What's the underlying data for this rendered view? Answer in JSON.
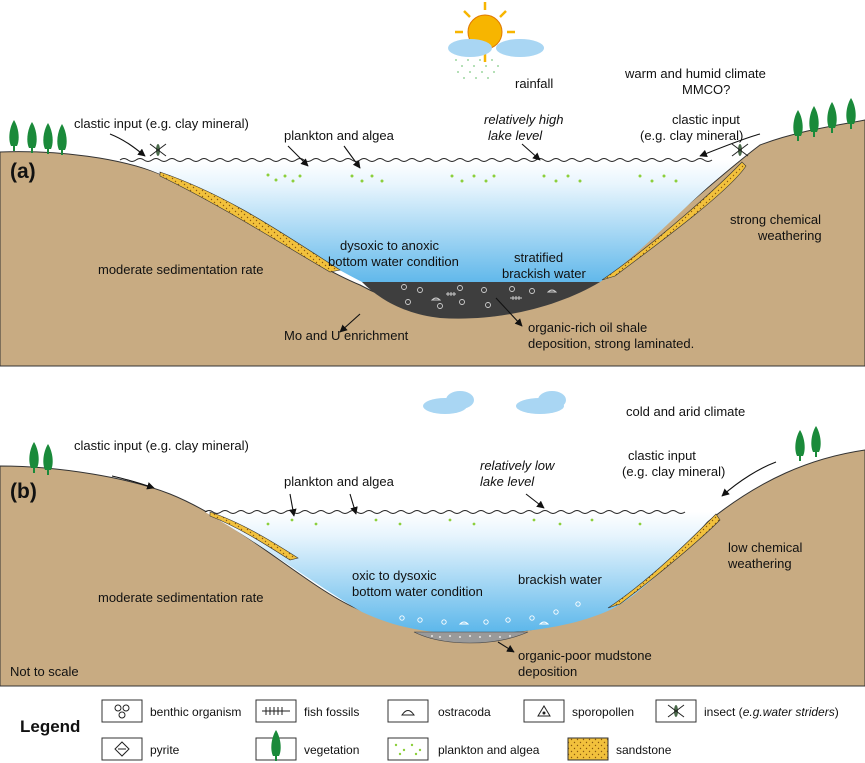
{
  "panel_a": {
    "tag": "(a)",
    "rainfall": "rainfall",
    "climate_line1": "warm and humid climate",
    "climate_line2": "MMCO?",
    "clastic_left": "clastic input (e.g. clay mineral)",
    "clastic_right_line1": "clastic input",
    "clastic_right_line2": "(e.g. clay mineral)",
    "plankton": "plankton and algea",
    "lake_level_line1": "relatively high",
    "lake_level_line2": "lake level",
    "weathering_line1": "strong chemical",
    "weathering_line2": "weathering",
    "sedimentation": "moderate sedimentation rate",
    "bottom_line1": "dysoxic to anoxic",
    "bottom_line2": "bottom water condition",
    "water_line1": "stratified",
    "water_line2": "brackish water",
    "enrichment": "Mo and U enrichment",
    "deposit_line1": "organic-rich oil shale",
    "deposit_line2": "deposition, strong laminated."
  },
  "panel_b": {
    "tag": "(b)",
    "climate": "cold and arid climate",
    "clastic_left": "clastic input (e.g. clay mineral)",
    "clastic_right_line1": "clastic input",
    "clastic_right_line2": "(e.g. clay mineral)",
    "plankton": "plankton and algea",
    "lake_level_line1": "relatively low",
    "lake_level_line2": "lake level",
    "weathering_line1": "low chemical",
    "weathering_line2": "weathering",
    "sedimentation": "moderate sedimentation rate",
    "bottom_line1": "oxic to dysoxic",
    "bottom_line2": "bottom water condition",
    "water": "brackish water",
    "deposit_line1": "organic-poor mudstone",
    "deposit_line2": "deposition",
    "scale_note": "Not to scale"
  },
  "legend": {
    "title": "Legend",
    "items": [
      {
        "icon": "benthic-organism-icon",
        "label": "benthic organism"
      },
      {
        "icon": "fish-fossil-icon",
        "label": "fish fossils"
      },
      {
        "icon": "ostracoda-icon",
        "label": "ostracoda"
      },
      {
        "icon": "sporopollen-icon",
        "label": "sporopollen"
      },
      {
        "icon": "insect-icon",
        "label_prefix": "insect (",
        "label_italic": "e.g.water striders",
        "label_suffix": ")"
      },
      {
        "icon": "pyrite-icon",
        "label": "pyrite"
      },
      {
        "icon": "vegetation-icon",
        "label": "vegetation"
      },
      {
        "icon": "plankton-icon",
        "label": "plankton and algea"
      },
      {
        "icon": "sandstone-icon",
        "label": "sandstone"
      }
    ]
  },
  "colors": {
    "land": "#c8ab82",
    "water_top": "#ffffff",
    "water_bottom": "#5ab6ea",
    "shale": "#3e3e3e",
    "mudstone": "#9a9a9a",
    "sandstone": "#f2c13c",
    "vegetation": "#1a8a3a",
    "plankton": "#8ccf3c",
    "sun": "#f7b500",
    "cloud": "#a9d6f3"
  }
}
